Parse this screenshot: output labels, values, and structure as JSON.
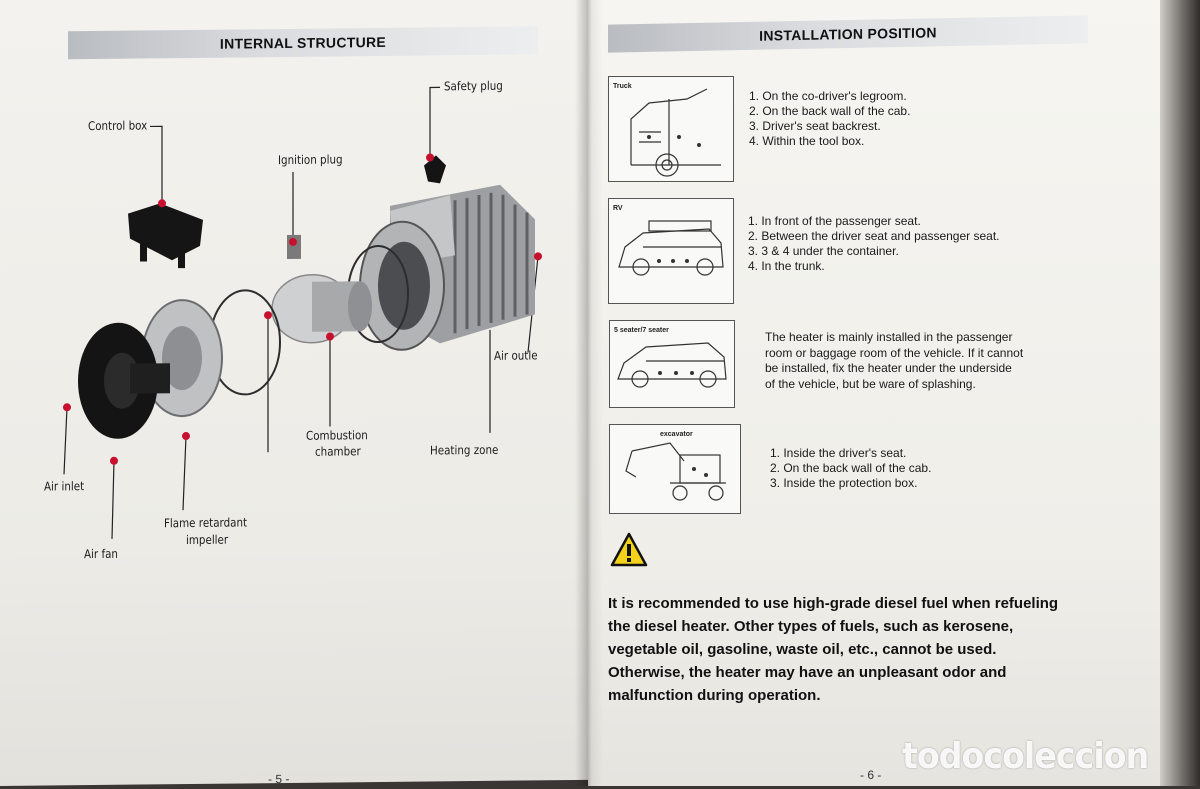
{
  "left_page": {
    "header": "INTERNAL STRUCTURE",
    "labels": {
      "control_box": "Control box",
      "ignition_plug": "Ignition plug",
      "safety_plug": "Safety plug",
      "air_outlet": "Air outle",
      "combustion_chamber_1": "Combustion",
      "combustion_chamber_2": "chamber",
      "heating_zone": "Heating zone",
      "air_inlet": "Air inlet",
      "flame_impeller_1": "Flame retardant",
      "flame_impeller_2": "impeller",
      "air_fan": "Air fan"
    },
    "page_number": "- 5 -"
  },
  "right_page": {
    "header": "INSTALLATION POSITION",
    "sections": [
      {
        "tag": "Truck",
        "lines": [
          "1. On the co-driver's legroom.",
          "2. On the back wall of the cab.",
          "3. Driver's seat backrest.",
          "4. Within the tool box."
        ]
      },
      {
        "tag": "RV",
        "lines": [
          "1. In front of the passenger seat.",
          "2. Between the driver seat and passenger seat.",
          "3. 3 & 4 under the container.",
          "4. In the trunk."
        ]
      },
      {
        "tag": "5 seater/7 seater",
        "lines": [
          "The heater is mainly installed in the passenger",
          "room or baggage room of the vehicle. If it cannot",
          "be installed, fix the heater under the underside",
          "of the vehicle, but be ware of splashing."
        ]
      },
      {
        "tag": "excavator",
        "lines": [
          "1. Inside the driver's seat.",
          "2. On the back wall of the cab.",
          "3. Inside the protection box."
        ]
      }
    ],
    "warning_icon": "warning-triangle-icon",
    "warning_lines": [
      "It is recommended to use high-grade diesel fuel when refueling",
      "the diesel heater. Other types of fuels, such as kerosene,",
      "vegetable oil, gasoline, waste oil, etc., cannot be used.",
      "Otherwise, the heater may have an unpleasant odor and",
      "malfunction during operation."
    ],
    "page_number": "- 6 -"
  },
  "watermark": "todocoleccion",
  "colors": {
    "label_dot": "#c8102e",
    "warning_yellow": "#f2d21a"
  }
}
